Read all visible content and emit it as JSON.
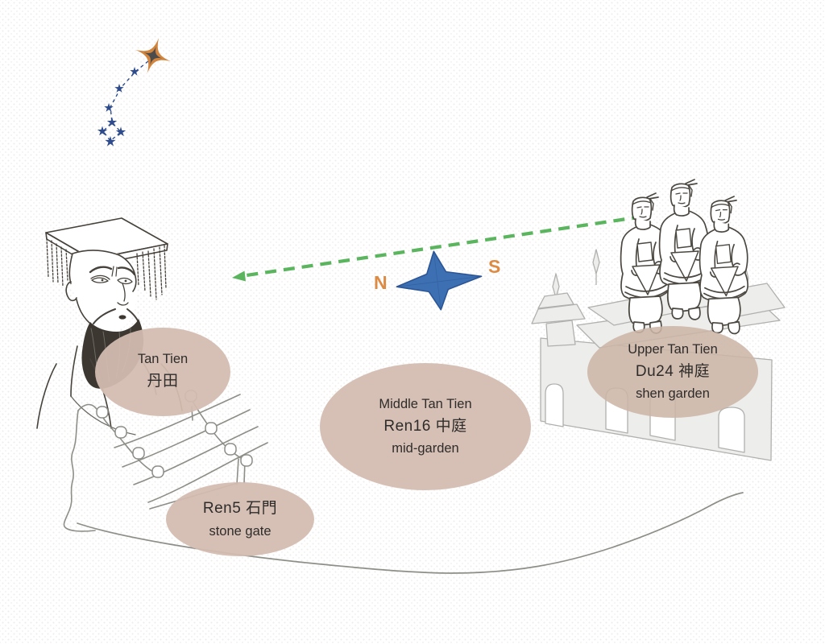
{
  "compass": {
    "north": "N",
    "south": "S"
  },
  "regions": {
    "lower_tan_tien": {
      "line1": "Tan Tien",
      "line2": "丹田"
    },
    "middle_tan_tien": {
      "line1": "Middle Tan Tien",
      "line2": "Ren16 中庭",
      "line3": "mid-garden"
    },
    "upper_tan_tien": {
      "line1": "Upper Tan Tien",
      "line2": "Du24 神庭",
      "line3": "shen garden"
    },
    "ren5": {
      "line1": "Ren5 石門",
      "line2": "stone gate"
    }
  },
  "illustrations": {
    "constellation": "big-dipper",
    "bright_star": "north-star-sparkle",
    "compass": "compass-rose",
    "arrow": "green-dashed-direction-arrow",
    "figure_left": "qin-emperor-sketch",
    "figures_right": "three-terracotta-warriors",
    "building": "city-gate-with-pagoda",
    "stairs": "stone-staircase",
    "ground": "ground-contour-line"
  },
  "colors": {
    "ellipse_fill": "#d3bdb0",
    "arrow_green": "#5bb55e",
    "compass_blue": "#3d70b2",
    "compass_outline": "#2c5596",
    "cardinal_orange": "#dd8a42",
    "constellation_blue": "#2e4c8c",
    "north_star_orange": "#d1853e",
    "north_star_core": "#4c4c4c",
    "sketch_dark": "#46423b",
    "gate_fill": "#ededeb",
    "gate_stroke": "#b0b0ae",
    "stairs_stroke": "#8e8e88",
    "text": "#2e2c2a"
  }
}
